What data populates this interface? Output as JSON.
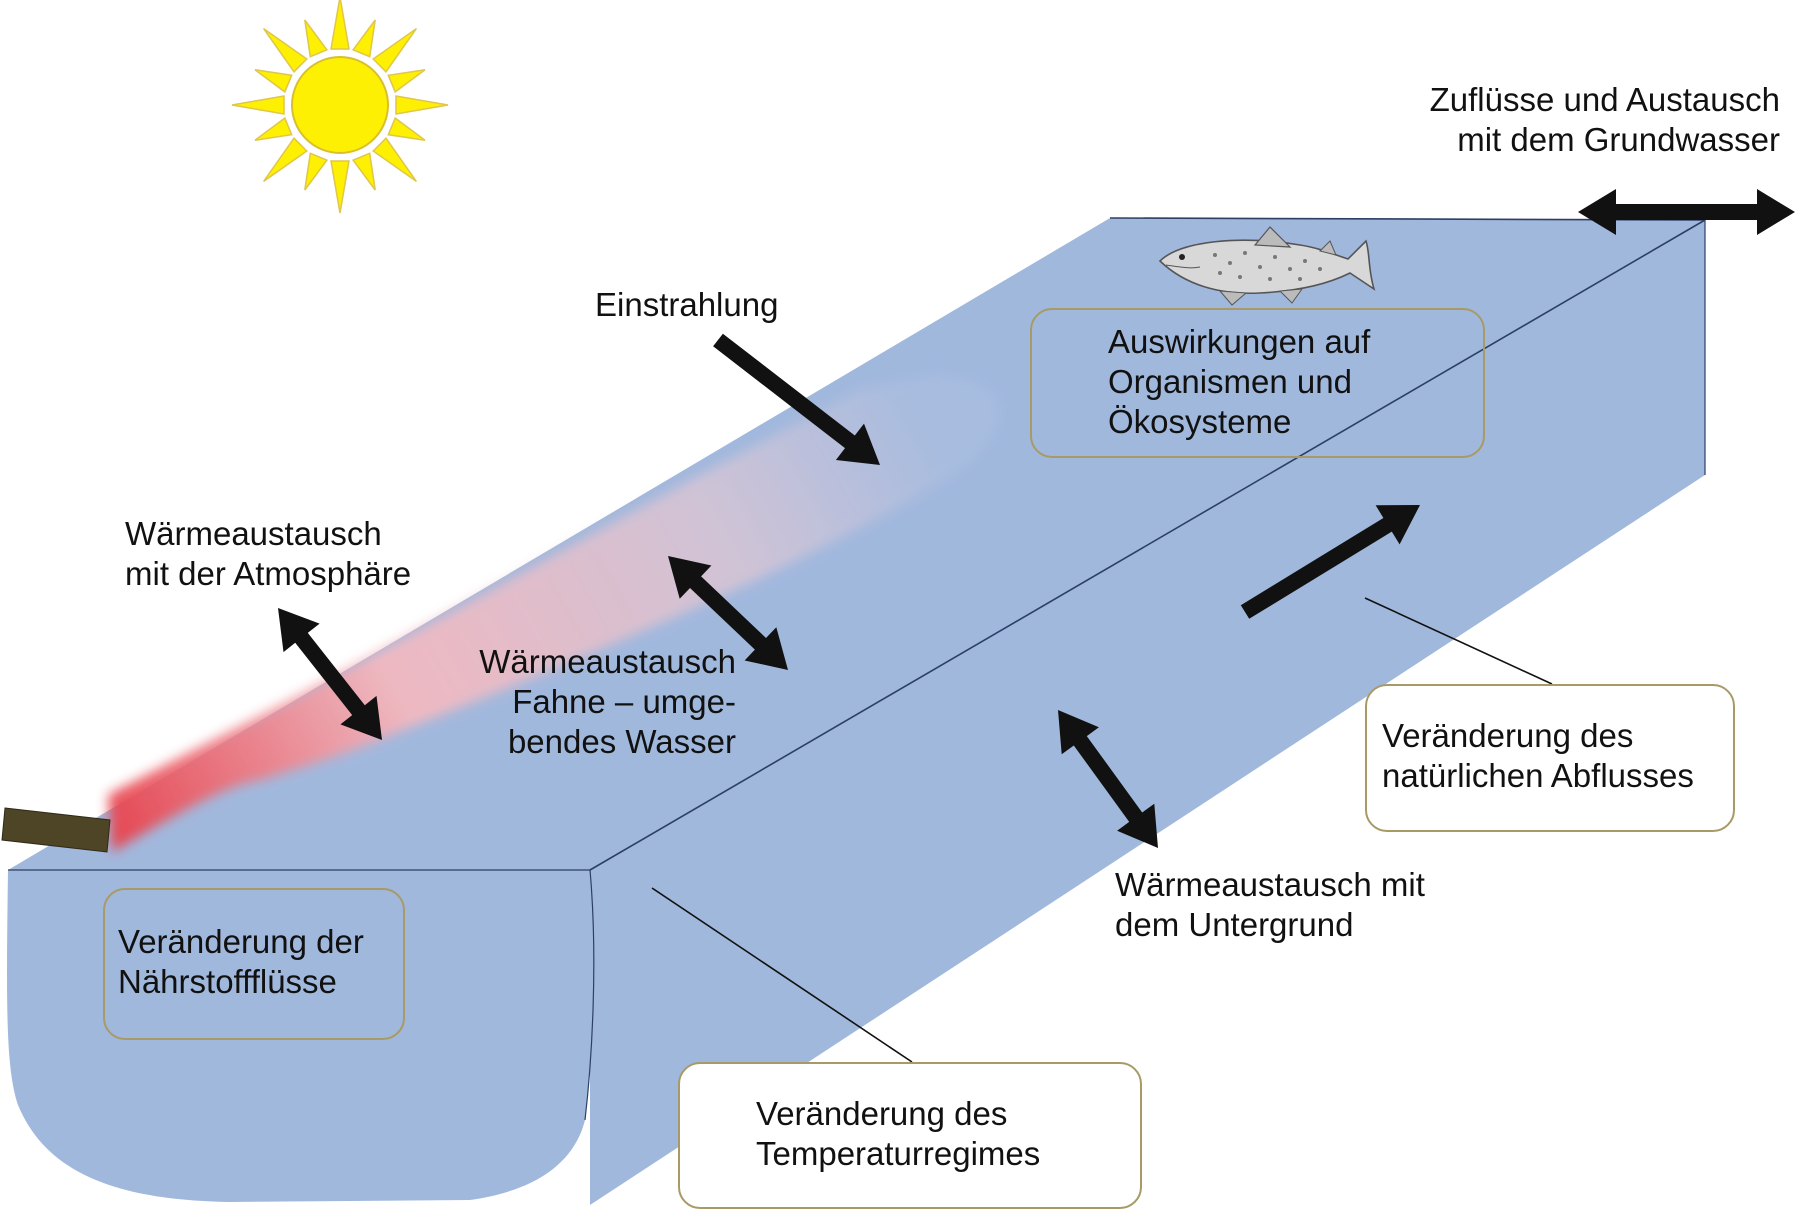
{
  "diagram": {
    "labels": {
      "einstrahlung": "Einstrahlung",
      "atmosphaere": "Wärmeaustausch\nmit der Atmosphäre",
      "fahne": "Wärmeaustausch\nFahne – umge-\nbendes Wasser",
      "untergrund": "Wärmeaustausch mit\ndem Untergrund",
      "grundwasser": "Zuflüsse und Austausch\nmit dem Grundwasser",
      "organismen": "Auswirkungen auf\nOrganismen und\nÖkosysteme",
      "naehrstoff": "Veränderung der\nNährstoffflüsse",
      "temperatur": "Veränderung des\nTemperaturregimes",
      "abfluss": "Veränderung des\nnatürlichen Abflusses"
    },
    "icons": [
      "sun-icon",
      "fish-icon",
      "discharge-pipe-icon"
    ],
    "colors": {
      "water": "#a1b8dd",
      "water_end": "#b5c8e8",
      "plume_hot": "#e8434d",
      "plume_warm": "#f3b9c0",
      "plume_cool": "#c4c3de",
      "sun_fill": "#fdf002",
      "sun_ray": "#f1e15a",
      "box_border": "#a89a66",
      "arrow": "#111111",
      "pipe": "#4e4526"
    }
  }
}
